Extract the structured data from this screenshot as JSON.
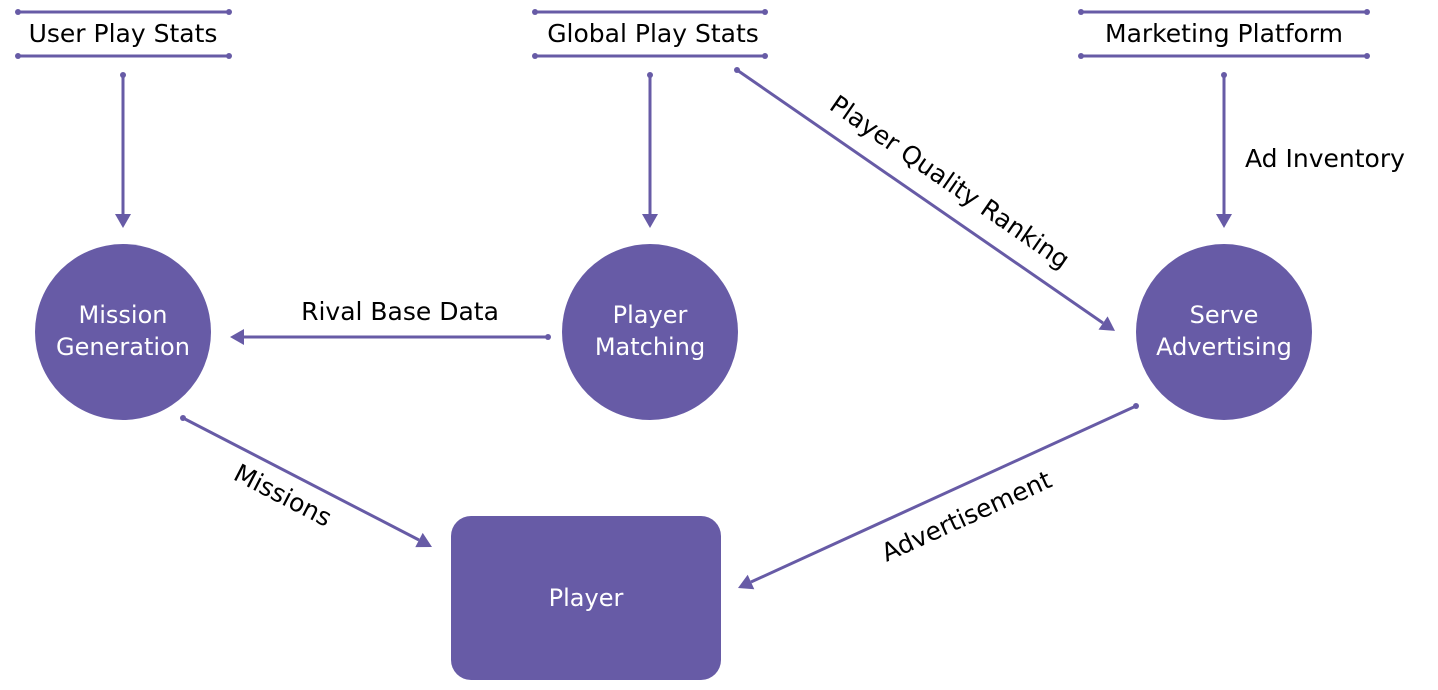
{
  "colors": {
    "accent": "#675ba6",
    "node_text": "#ffffff",
    "label_text": "#000000",
    "background": "#ffffff"
  },
  "data_stores": {
    "user_play_stats": "User Play Stats",
    "global_play_stats": "Global Play Stats",
    "marketing_platform": "Marketing Platform"
  },
  "processes": {
    "mission_generation": {
      "line1": "Mission",
      "line2": "Generation"
    },
    "player_matching": {
      "line1": "Player",
      "line2": "Matching"
    },
    "serve_advertising": {
      "line1": "Serve",
      "line2": "Advertising"
    }
  },
  "entity": {
    "player": "Player"
  },
  "flows": {
    "rival_base_data": "Rival Base Data",
    "player_quality_ranking": "Player Quality Ranking",
    "ad_inventory": "Ad Inventory",
    "missions": "Missions",
    "advertisement": "Advertisement"
  }
}
